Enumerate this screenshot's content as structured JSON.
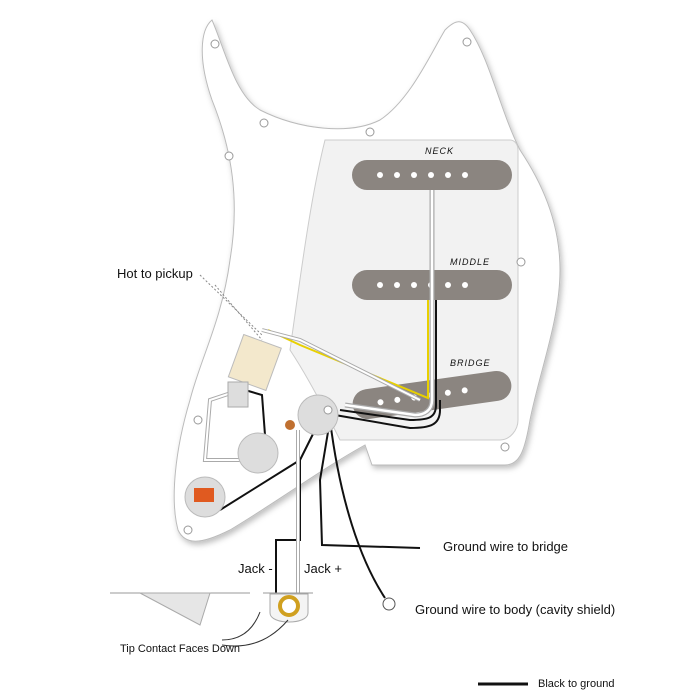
{
  "pickups": {
    "neck": "NECK",
    "middle": "MIDDLE",
    "bridge": "BRIDGE"
  },
  "callouts": {
    "hot_to_pickup": "Hot to pickup",
    "ground_bridge": "Ground wire to bridge",
    "jack_minus": "Jack -",
    "jack_plus": "Jack +",
    "ground_body": "Ground wire to body (cavity shield)",
    "tip_contact": "Tip Contact Faces Down"
  },
  "legend": {
    "black_to_ground": "Black to ground"
  },
  "colors": {
    "pickup": "#8b8580",
    "hot_wire": "#e8d000",
    "ground_wire": "#111111",
    "lug": "#c8a060",
    "capacitor": "#e05a20"
  }
}
